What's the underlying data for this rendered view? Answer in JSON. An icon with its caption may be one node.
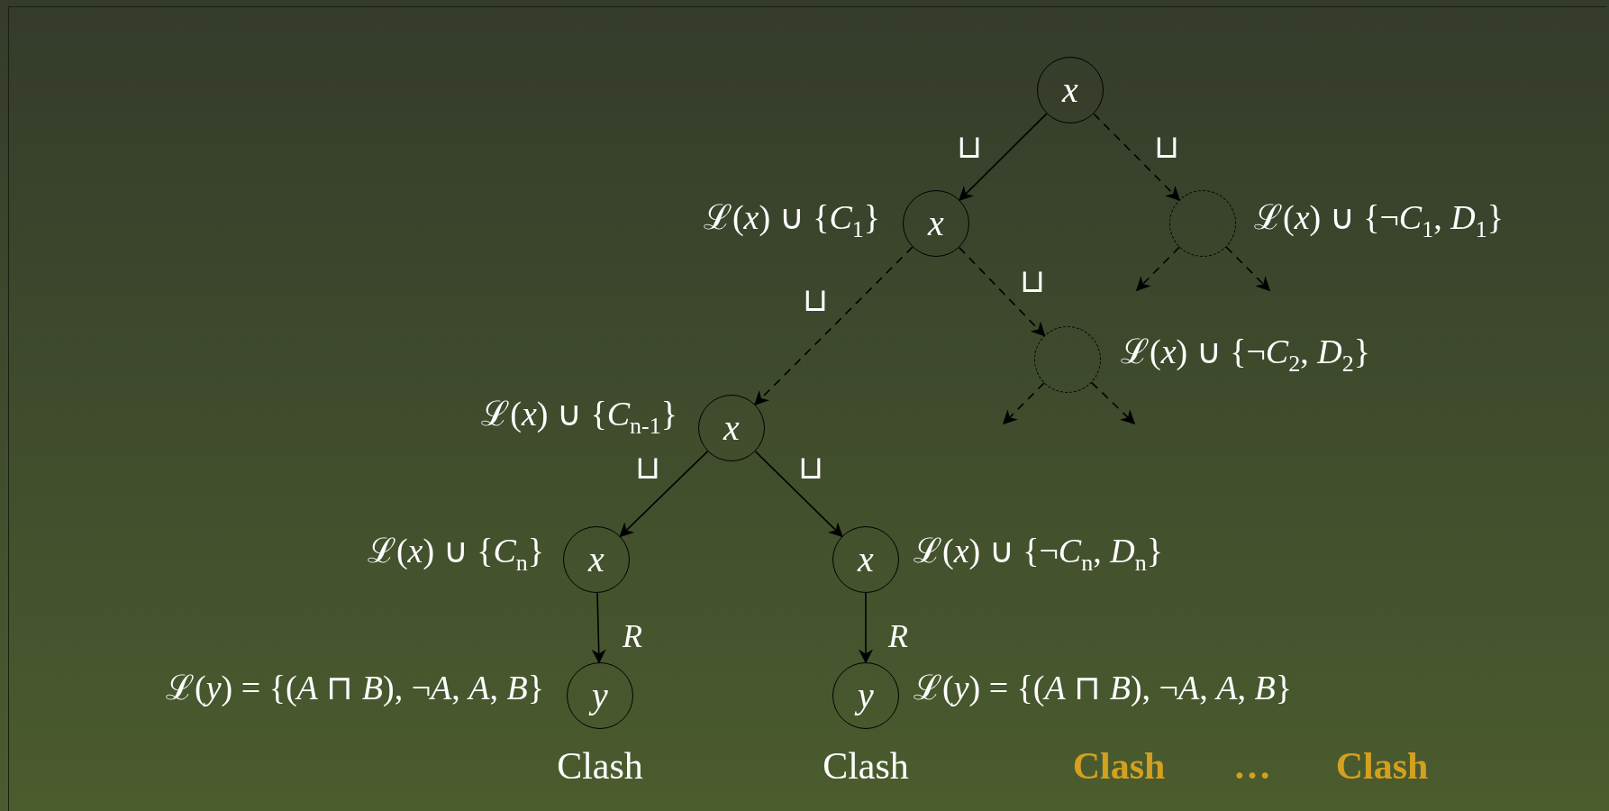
{
  "diagram": {
    "nodes": [
      {
        "text": [
          "x"
        ]
      },
      {
        "text": [
          "x"
        ],
        "beside": [
          "ℒ(*x*) ∪ {*C*$_{1}$}"
        ]
      },
      {
        "text": [],
        "shape": "circle",
        "beside": [
          "ℒ(*x*) ∪ {¬*C*$_{1}$, *D*$_{1}$}"
        ]
      },
      {
        "text": [],
        "shape": "circle",
        "beside": [
          "ℒ(*x*) ∪ {¬*C*$_{2}$, *D*$_{2}$}"
        ]
      },
      {
        "text": [
          "x"
        ],
        "beside": [
          "ℒ(*x*) ∪ {*C*$_{n-1}$}"
        ]
      },
      {
        "text": [
          "x"
        ],
        "beside": [
          "ℒ(*x*) ∪ {*C*$_{n}$}"
        ]
      },
      {
        "text": [
          "x"
        ],
        "beside": [
          "ℒ(*x*) ∪ {¬*C*$_{n}$, *D*$_{n}$}"
        ]
      },
      {
        "text": [
          "y"
        ],
        "beside": [
          "ℒ(*y*) = {(*A* ⊓ *B*), ¬*A*, *A*, *B*}",
          "Clash"
        ]
      },
      {
        "text": [
          "y"
        ],
        "beside": [
          "ℒ(*y*) = {(*A* ⊓ *B*), ¬*A*, *A*, *B*}",
          "Clash"
        ]
      }
    ],
    "edges": [
      {
        "from": 0,
        "to": 1,
        "arrow": "to",
        "label": "⊔"
      },
      {
        "from": 0,
        "to": 2,
        "arrow": "to",
        "label": "⊔",
        "style": "dashed"
      },
      {
        "from": 1,
        "to": 4,
        "arrow": "to",
        "label": "⊔",
        "style": "dashed"
      },
      {
        "from": 1,
        "to": 3,
        "arrow": "to",
        "label": "⊔",
        "style": "dashed"
      },
      {
        "from": 2,
        "to": null,
        "arrow": "to",
        "style": "dashed"
      },
      {
        "from": 2,
        "to": null,
        "arrow": "to",
        "style": "dashed"
      },
      {
        "from": 3,
        "to": null,
        "arrow": "to",
        "style": "dashed"
      },
      {
        "from": 3,
        "to": null,
        "arrow": "to",
        "style": "dashed"
      },
      {
        "from": 4,
        "to": 5,
        "arrow": "to",
        "label": "⊔"
      },
      {
        "from": 4,
        "to": 6,
        "arrow": "to",
        "label": "⊔"
      },
      {
        "from": 5,
        "to": 7,
        "arrow": "to",
        "label": "*R*"
      },
      {
        "from": 6,
        "to": 8,
        "arrow": "to",
        "label": "*R*"
      }
    ],
    "labels": [
      "Clash",
      "…",
      "Clash"
    ]
  }
}
